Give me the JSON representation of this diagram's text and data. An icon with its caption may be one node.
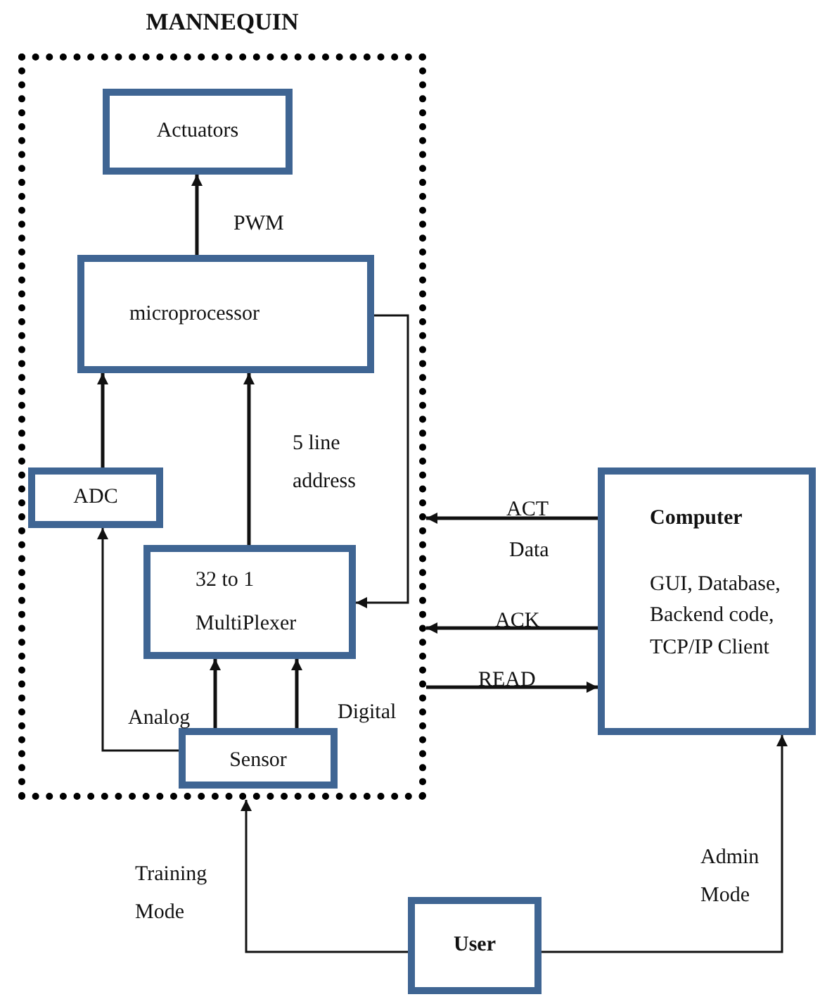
{
  "diagram": {
    "nodes": [
      {
        "text": [
          "MANNEQUIN"
        ]
      },
      {
        "text": [
          "Actuators"
        ],
        "in": 0
      },
      {
        "text": [
          "microprocessor"
        ],
        "in": 0
      },
      {
        "text": [
          "ADC"
        ],
        "in": 0
      },
      {
        "text": [
          "32 to 1 MultiPlexer"
        ],
        "in": 0
      },
      {
        "text": [
          "Sensor"
        ],
        "in": 0
      },
      {
        "text": [
          "Computer",
          "GUI, Database, Backend code, TCP/IP Client"
        ]
      },
      {
        "text": [
          "User"
        ]
      }
    ],
    "edges": [
      {
        "from": 2,
        "to": 1,
        "arrow": "to",
        "label": "PWM"
      },
      {
        "from": 3,
        "to": 2,
        "arrow": "to"
      },
      {
        "from": 4,
        "to": 2,
        "arrow": "to"
      },
      {
        "from": 2,
        "to": 4,
        "arrow": "to",
        "label": "5 line address"
      },
      {
        "from": 5,
        "to": 3,
        "arrow": "to"
      },
      {
        "from": 5,
        "to": 4,
        "arrow": "to",
        "label": "Analog"
      },
      {
        "from": 5,
        "to": 4,
        "arrow": "to",
        "label": "Digital"
      },
      {
        "from": 6,
        "to": 0,
        "arrow": "to",
        "label": "ACT"
      },
      {
        "from": 6,
        "to": 0,
        "arrow": "to",
        "label": "ACK"
      },
      {
        "from": 0,
        "to": 6,
        "arrow": "to",
        "label": "READ"
      },
      {
        "from": 7,
        "to": 0,
        "arrow": "to",
        "label": "Training Mode"
      },
      {
        "from": 7,
        "to": 6,
        "arrow": "to",
        "label": "Admin Mode"
      }
    ],
    "labels": [
      "Data"
    ]
  }
}
